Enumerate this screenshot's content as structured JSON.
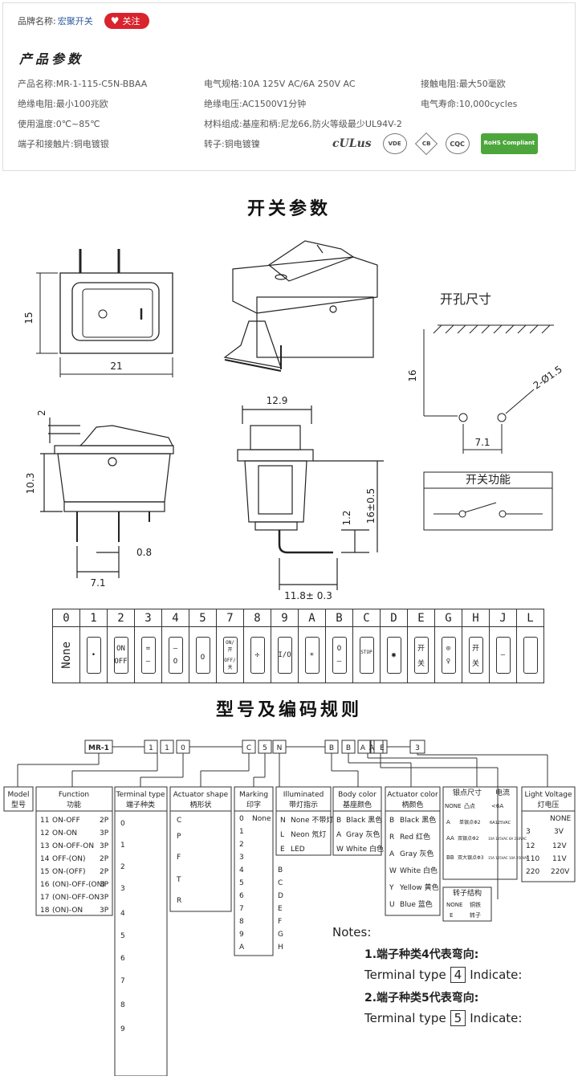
{
  "header": {
    "brand_label": "品牌名称:",
    "brand_name": "宏聚开关",
    "follow_label": "关注",
    "params_title": "产品参数"
  },
  "params": [
    [
      "产品名称:MR-1-115-C5N-BBAA",
      "电气规格:10A  125V  AC/6A 250V  AC",
      "接触电阻:最大50毫欧"
    ],
    [
      "绝缘电阻:最小100兆欧",
      "绝缘电压:AC1500V1分钟",
      "电气寿命:10,000cycles"
    ],
    [
      "使用温度:0℃~85℃",
      "材料组成:基座和柄:尼龙66,防火等级最少UL94V-2",
      ""
    ],
    [
      "端子和接触片:铜电镀银",
      "转子:铜电镀镍",
      ""
    ]
  ],
  "certs": [
    "cULus",
    "VDE",
    "CB",
    "CQC",
    "RoHS Compliant"
  ],
  "switch_params_title": "开关参数",
  "dims": {
    "d15": "15",
    "d21": "21",
    "d2": "2",
    "d103": "10.3",
    "d08": "0.8",
    "d71": "7.1",
    "d129": "12.9",
    "d12": "1.2",
    "d16pm": "16±0.5",
    "d118": "11.8± 0.3",
    "hole_title": "开孔尺寸",
    "d16": "16",
    "d215": "2-Ø1.5",
    "hole71": "7.1",
    "func_title": "开关功能"
  },
  "marking_codes": [
    "0",
    "1",
    "2",
    "3",
    "4",
    "5",
    "7",
    "8",
    "9",
    "A",
    "B",
    "C",
    "D",
    "E",
    "G",
    "H",
    "J",
    "L"
  ],
  "marking_symbols": [
    "None",
    "•",
    "ON|OFF",
    "=|–",
    "–|O",
    "|O",
    "ON/开|OFF/关",
    "✢",
    "I/O",
    "☀",
    "O|–",
    "STOP|",
    "◉",
    "开|关",
    "⊙|♀",
    "开|关",
    "–",
    "|"
  ],
  "coding_title": "型号及编码规则",
  "model_boxes": [
    "MR-1",
    "1",
    "1",
    "0",
    "C",
    "5",
    "N",
    "B",
    "B",
    "A",
    "A",
    "E",
    "3"
  ],
  "columns": {
    "model": {
      "title": "Model",
      "sub": "型号"
    },
    "function": {
      "title": "Function",
      "sub": "功能",
      "rows": [
        [
          "11",
          "ON-OFF",
          "2P"
        ],
        [
          "12",
          "ON-ON",
          "3P"
        ],
        [
          "13",
          "ON-OFF-ON",
          "3P"
        ],
        [
          "14",
          "OFF-(ON)",
          "2P"
        ],
        [
          "15",
          "ON-(OFF)",
          "2P"
        ],
        [
          "16",
          "(ON)-OFF-(ON)",
          "3P"
        ],
        [
          "17",
          "(ON)-OFF-ON",
          "3P"
        ],
        [
          "18",
          "(ON)-ON",
          "3P"
        ]
      ]
    },
    "terminal": {
      "title": "Terminal type",
      "sub": "端子种类",
      "rows": [
        "0",
        "1",
        "2",
        "3",
        "4",
        "5",
        "6",
        "7",
        "8",
        "9"
      ]
    },
    "actuator": {
      "title": "Actuator shape",
      "sub": "柄形状",
      "rows": [
        "C",
        "P",
        "F",
        "T",
        "R"
      ]
    },
    "marking": {
      "title": "Marking",
      "sub": "印字",
      "rows": [
        [
          "0",
          "None"
        ],
        [
          "1",
          ""
        ],
        [
          "2",
          ""
        ],
        [
          "3",
          ""
        ],
        [
          "4",
          ""
        ],
        [
          "5",
          ""
        ],
        [
          "6",
          ""
        ],
        [
          "7",
          ""
        ],
        [
          "8",
          ""
        ],
        [
          "9",
          ""
        ],
        [
          "A",
          ""
        ]
      ]
    },
    "illuminated": {
      "title": "Illuminated",
      "sub": "带灯指示",
      "rows": [
        [
          "N",
          "None 不带灯"
        ],
        [
          "L",
          "Neon 氖灯"
        ],
        [
          "E",
          "LED"
        ]
      ]
    },
    "body": {
      "title": "Body color",
      "sub": "基座颜色",
      "rows": [
        [
          "B",
          "Black 黑色"
        ],
        [
          "A",
          "Gray 灰色"
        ],
        [
          "W",
          "White 白色"
        ]
      ]
    },
    "actcolor": {
      "title": "Actuator color",
      "sub": "柄颜色",
      "rows": [
        [
          "B",
          "Black 黑色"
        ],
        [
          "R",
          "Red 红色"
        ],
        [
          "A",
          "Gray 灰色"
        ],
        [
          "W",
          "White 白色"
        ],
        [
          "Y",
          "Yellow 黄色"
        ],
        [
          "U",
          "Blue 蓝色"
        ]
      ]
    },
    "silver": {
      "title": "银点尺寸",
      "cur": "电流",
      "rows": [
        [
          "NONE",
          "凸点",
          "<6A"
        ],
        [
          "A",
          "单银点Φ2",
          "6A125VAC"
        ],
        [
          "AA",
          "双银点Φ2",
          "10A 125VAC 6A 250VAC"
        ],
        [
          "BB",
          "双大银点Φ3",
          "15A 125VAC 10A 250VAC"
        ]
      ]
    },
    "rotor": {
      "title": "转子结构",
      "rows": [
        [
          "NONE",
          "铜铁"
        ],
        [
          "E",
          "转子"
        ]
      ]
    },
    "light": {
      "title": "Light Voltage",
      "sub": "灯电压",
      "rows": [
        [
          "",
          "NONE"
        ],
        [
          "3",
          "3V"
        ],
        [
          "12",
          "12V"
        ],
        [
          "110",
          "11V"
        ],
        [
          "220",
          "220V"
        ]
      ]
    }
  },
  "marking_ext": [
    "B",
    "C",
    "D",
    "E",
    "F",
    "G",
    "H"
  ],
  "notes": {
    "label": "Notes:",
    "n1": "1.端子种类4代表弯向:",
    "t1_pre": "Terminal type",
    "t1_num": "4",
    "t1_post": "Indicate:",
    "n2": "2.端子种类5代表弯向:",
    "t2_pre": "Terminal type",
    "t2_num": "5",
    "t2_post": "Indicate:"
  }
}
